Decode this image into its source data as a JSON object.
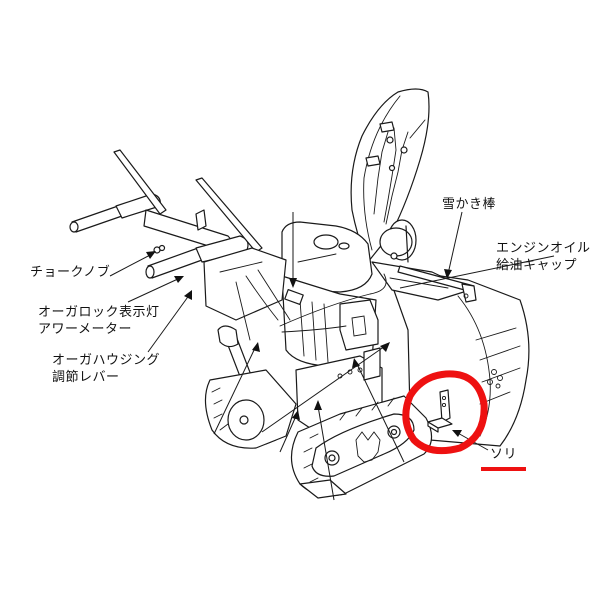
{
  "diagram": {
    "subject": "snow blower (crawler type) parts diagram",
    "colors": {
      "line": "#1a1a1a",
      "background": "#ffffff",
      "highlight": "#ee1111"
    },
    "labels": {
      "choke_knob": {
        "text": "チョークノブ"
      },
      "auger_lock_indicator": {
        "line1": "オーガロック表示灯",
        "line2": "アワーメーター"
      },
      "auger_housing_lever": {
        "line1": "オーガハウジング",
        "line2": "調節レバー"
      },
      "snow_stick": {
        "text": "雪かき棒"
      },
      "engine_oil_cap": {
        "line1": "エンジンオイル",
        "line2": "給油キャップ"
      },
      "sled": {
        "text": "ソリ"
      }
    },
    "annotations": {
      "highlight_circle": {
        "target": "ソリ",
        "color": "#ee1111"
      },
      "underline": {
        "target": "ソリ",
        "color": "#ee1111"
      }
    }
  }
}
